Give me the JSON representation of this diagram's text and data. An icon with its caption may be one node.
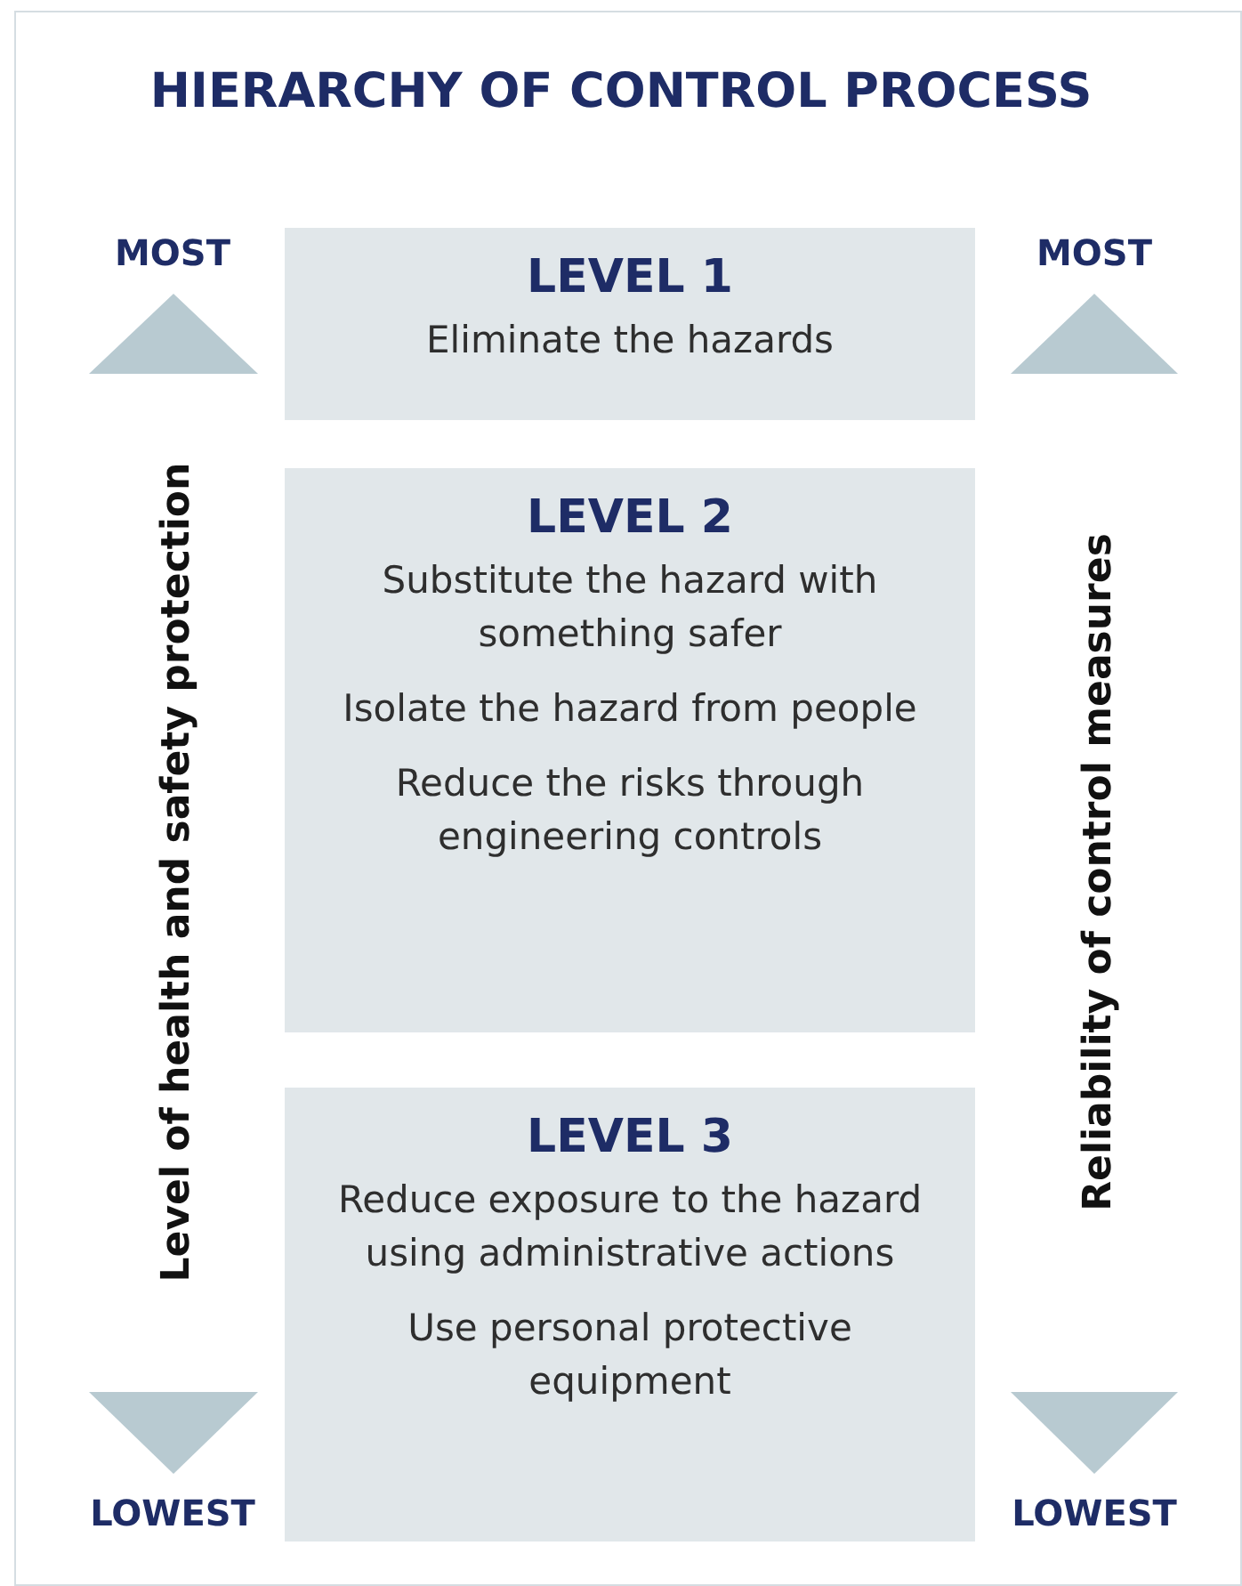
{
  "diagram": {
    "title": "HIERARCHY OF CONTROL PROCESS",
    "nodes": [
      {
        "text": [
          "LEVEL 1",
          "Eliminate the hazards"
        ]
      },
      {
        "text": [
          "LEVEL 2",
          "Substitute the hazard with something safer",
          "Isolate the hazard from people",
          "Reduce the risks through engineering controls"
        ]
      },
      {
        "text": [
          "LEVEL 3",
          "Reduce exposure to the hazard using administrative actions",
          "Use personal protective equipment"
        ]
      }
    ],
    "labels": [
      "MOST",
      "MOST",
      "Level of health and safety protection",
      "Reliability of control measures",
      "LOWEST",
      "LOWEST"
    ]
  }
}
